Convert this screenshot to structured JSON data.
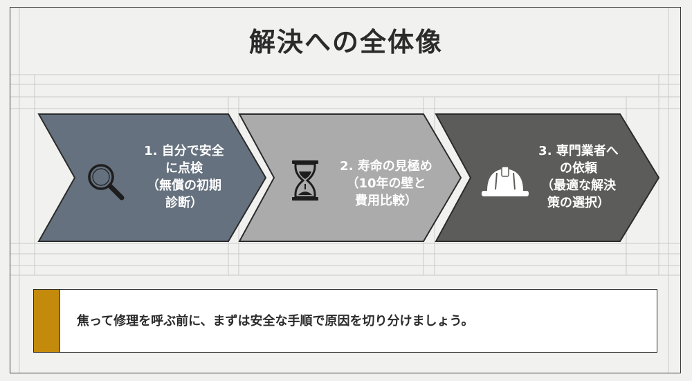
{
  "title": "解決への全体像",
  "steps": [
    {
      "lines": [
        "1. 自分で安全",
        "に点検",
        "（無償の初期",
        "診断）"
      ],
      "icon": "magnifier-icon",
      "color": "#65717e"
    },
    {
      "lines": [
        "2. 寿命の見極め",
        "（10年の壁と",
        "費用比較）"
      ],
      "icon": "hourglass-icon",
      "color": "#ababab"
    },
    {
      "lines": [
        "3. 専門業者へ",
        "の依頼",
        "（最適な解決",
        "策の選択）"
      ],
      "icon": "hard-hat-icon",
      "color": "#5c5c5a"
    }
  ],
  "message": {
    "text": "焦って修理を呼ぶ前に、まずは安全な手順で原因を切り分けましょう。",
    "accent_color": "#c48a0c"
  }
}
